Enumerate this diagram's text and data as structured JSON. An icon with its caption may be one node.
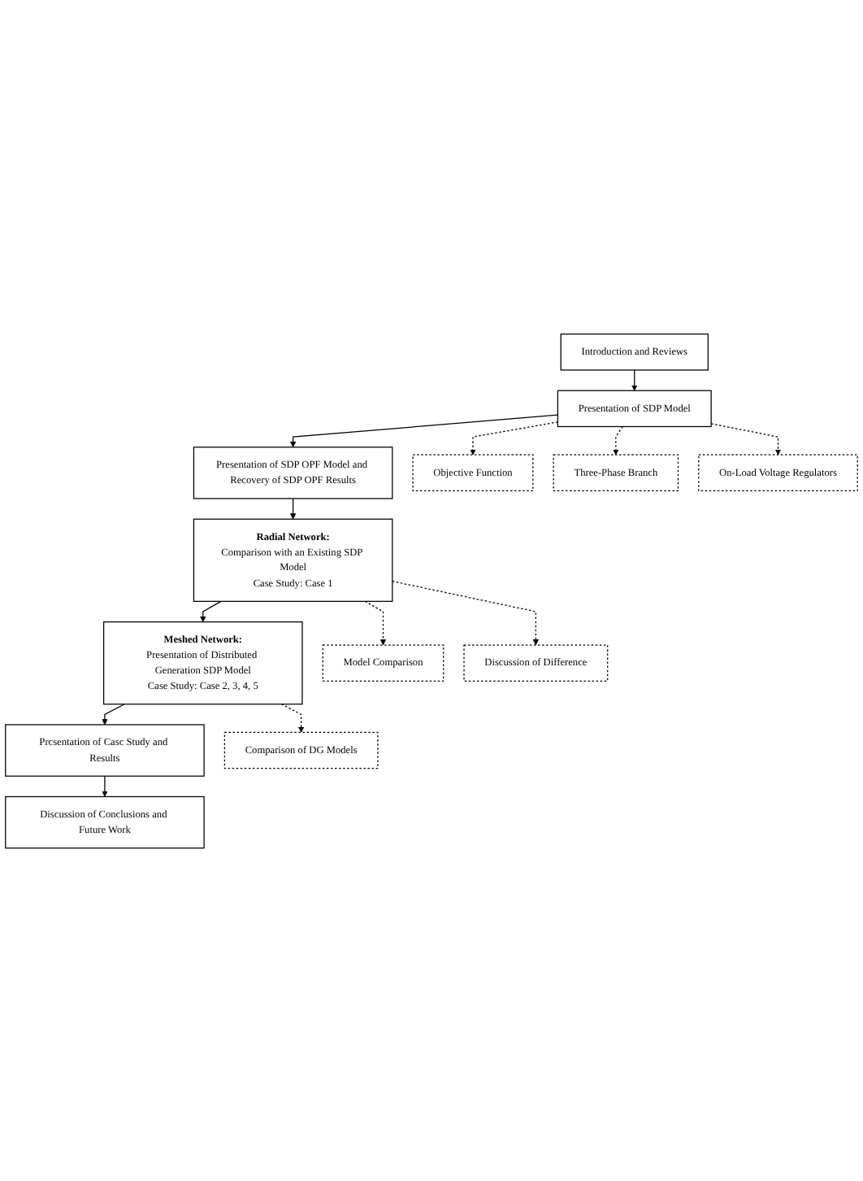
{
  "diagram": {
    "nodes": [
      {
        "text": [
          "Introduction and Reviews"
        ]
      },
      {
        "text": [
          "Presentation of SDP Model"
        ]
      },
      {
        "text": [
          "Presentation of SDP OPF Model and Recovery of SDP OPF Results"
        ]
      },
      {
        "text": [
          "Radial Network:",
          "Comparison with an Existing SDP Model",
          "Case Study: Case 1"
        ]
      },
      {
        "text": [
          "Meshed Network:",
          "Presentation of Distributed Generation SDP Model",
          "Case Study: Case 2, 3, 4, 5"
        ]
      },
      {
        "text": [
          "Prcsentation of Casc Study and Results"
        ]
      },
      {
        "text": [
          "Discussion of Conclusions and Future Work"
        ]
      },
      {
        "text": [
          "Objective Function"
        ]
      },
      {
        "text": [
          "Three-Phase Branch"
        ]
      },
      {
        "text": [
          "On-Load Voltage Regulators"
        ]
      },
      {
        "text": [
          "Model Comparison"
        ]
      },
      {
        "text": [
          "Discussion of Difference"
        ]
      },
      {
        "text": [
          "Comparison of DG Models"
        ]
      }
    ],
    "edges": [
      {
        "from": 0,
        "to": 1,
        "arrow": "to"
      },
      {
        "from": 1,
        "to": 2,
        "arrow": "to"
      },
      {
        "from": 2,
        "to": 3,
        "arrow": "to"
      },
      {
        "from": 3,
        "to": 4,
        "arrow": "to"
      },
      {
        "from": 4,
        "to": 5,
        "arrow": "to"
      },
      {
        "from": 5,
        "to": 6,
        "arrow": "to"
      },
      {
        "from": 1,
        "to": 7,
        "arrow": "to",
        "style": "dashed"
      },
      {
        "from": 1,
        "to": 8,
        "arrow": "to",
        "style": "dashed"
      },
      {
        "from": 1,
        "to": 9,
        "arrow": "to",
        "style": "dashed"
      },
      {
        "from": 3,
        "to": 10,
        "arrow": "to",
        "style": "dashed"
      },
      {
        "from": 3,
        "to": 11,
        "arrow": "to",
        "style": "dashed"
      },
      {
        "from": 4,
        "to": 12,
        "arrow": "to",
        "style": "dashed"
      }
    ]
  }
}
